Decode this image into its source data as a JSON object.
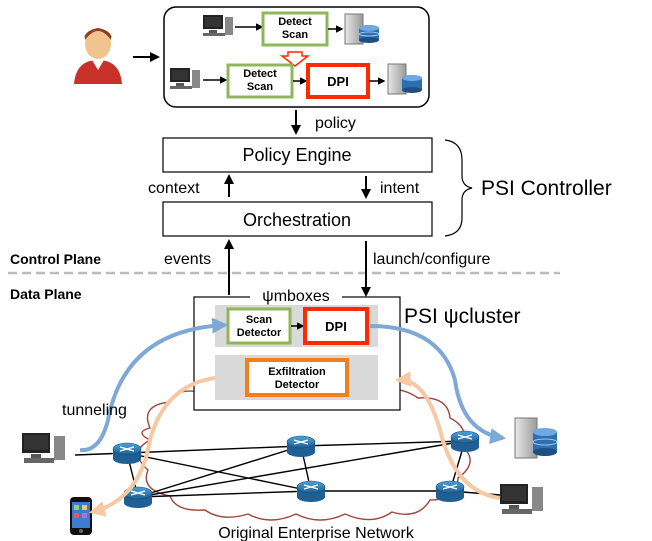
{
  "policy_box": {
    "row1": {
      "detect": "Detect",
      "scan": "Scan"
    },
    "row2": {
      "detect": "Detect",
      "scan": "Scan",
      "dpi": "DPI"
    }
  },
  "labels": {
    "policy": "policy",
    "policy_engine": "Policy Engine",
    "orchestration": "Orchestration",
    "context": "context",
    "intent": "intent",
    "psi_controller": "PSI Controller",
    "control_plane": "Control Plane",
    "data_plane": "Data Plane",
    "events": "events",
    "launch_configure": "launch/configure",
    "mboxes": "ψmboxes",
    "psi_cluster": "PSI ψcluster",
    "scan_detector_line1": "Scan",
    "scan_detector_line2": "Detector",
    "dpi": "DPI",
    "exfil_line1": "Exfiltration",
    "exfil_line2": "Detector",
    "tunneling": "tunneling",
    "network": "Original Enterprise Network"
  },
  "colors": {
    "green": "#8fb75a",
    "red": "#ff2a00",
    "orange": "#f07f1d",
    "blue_arrow": "#7ea8d6",
    "peach_arrow": "#f6c9a4",
    "cloud": "#a0473f",
    "router": "#2a7bb5"
  },
  "icons": [
    "user-icon",
    "computer-icon",
    "server-icon",
    "router-icon",
    "phone-icon"
  ]
}
